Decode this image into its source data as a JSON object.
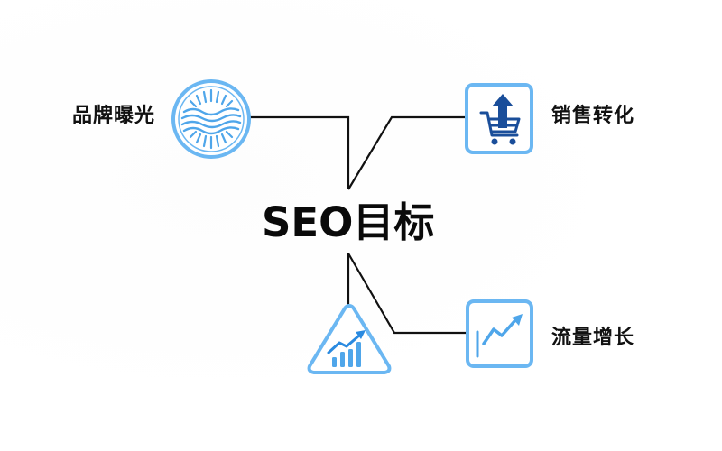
{
  "diagram": {
    "title": "SEO目标",
    "type": "mind-map",
    "center": {
      "label": "SEO目标"
    },
    "branches": [
      {
        "id": "brand",
        "label": "品牌曝光",
        "icon": "sun-waves-circle-icon",
        "position": "top-left"
      },
      {
        "id": "sales",
        "label": "销售转化",
        "icon": "cart-upload-arrow-icon",
        "position": "top-right"
      },
      {
        "id": "traffic",
        "label": "流量增长",
        "icon": "trend-line-chart-icon",
        "position": "bottom-right"
      },
      {
        "id": "growth",
        "label": "",
        "icon": "bar-chart-triangle-icon",
        "position": "bottom-center"
      }
    ]
  },
  "colors": {
    "background": "#ffffff",
    "line": "#111111",
    "icon_outline": "#6BB7F2",
    "icon_light": "#4FA6EA",
    "icon_dark": "#1A4E9A",
    "text": "#111111"
  }
}
